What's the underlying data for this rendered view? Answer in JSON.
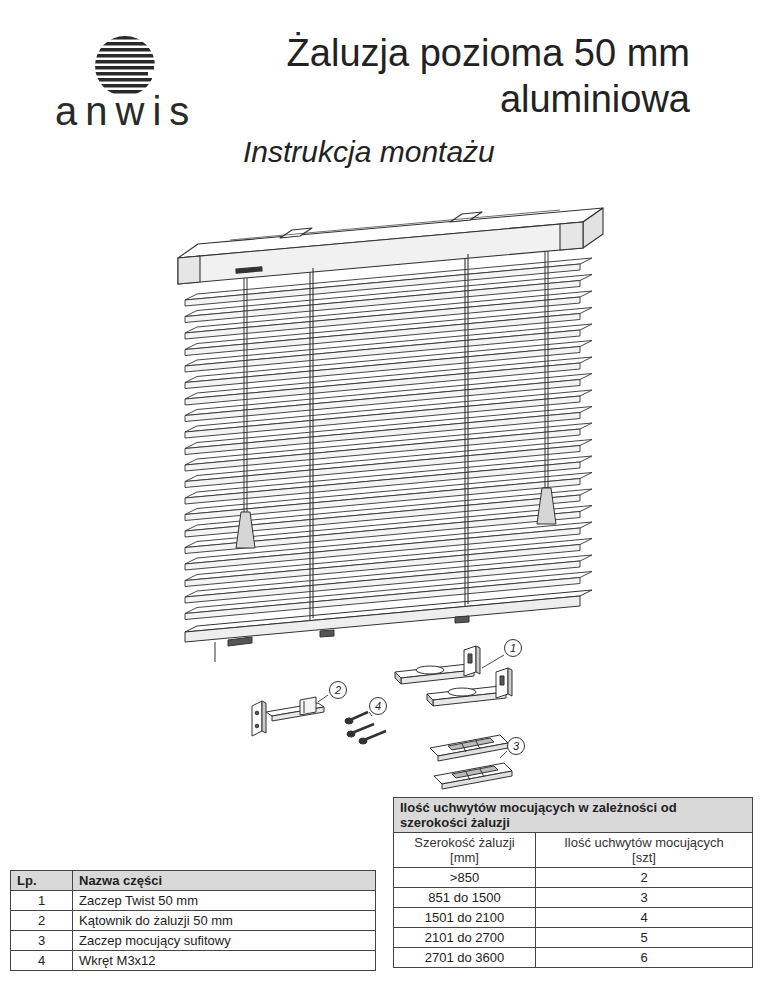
{
  "diagram": {
    "title": "Żaluzja pozioma 50 mm aluminiowa",
    "nodes": [
      {
        "text": [
          "1"
        ]
      },
      {
        "text": [
          "2"
        ]
      },
      {
        "text": [
          "4"
        ]
      },
      {
        "text": [
          "3"
        ]
      }
    ],
    "labels": [
      "anwis",
      "Instrukcja montażu",
      "Lp.",
      "Nazwa części",
      "1",
      "Zaczep Twist 50 mm",
      "2",
      "Kątownik do żaluzji 50 mm",
      "3",
      "Zaczep mocujący sufitowy",
      "4",
      "Wkręt M3x12",
      "Ilość uchwytów mocujących w zależności od szerokości żaluzji",
      "Szerokość żaluzji [mm]",
      "Ilość uchwytów mocujących [szt]",
      ">850",
      "2",
      "851 do 1500",
      "3",
      "1501 do 2100",
      "4",
      "2101 do 2700",
      "5",
      "2701 do 3600",
      "6"
    ]
  }
}
